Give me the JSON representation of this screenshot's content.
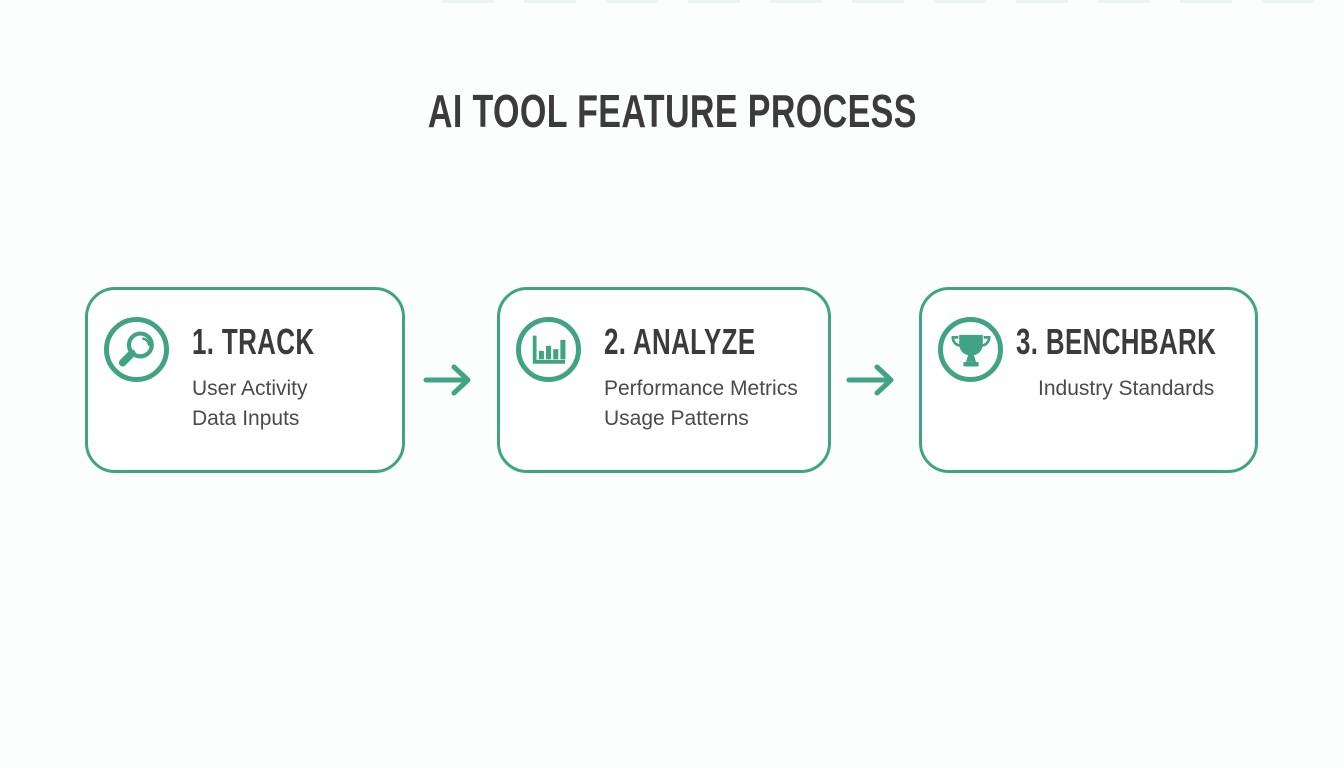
{
  "title": "AI TOOL FEATURE PROCESS",
  "colors": {
    "accent": "#40A484",
    "heading": "#3B3B3B",
    "body": "#4A4A4A",
    "background": "#FCFDFD",
    "card_bg": "#FFFFFF"
  },
  "steps": [
    {
      "heading": "1. TRACK",
      "icon": "magnifier-icon",
      "lines": [
        "User Activity",
        "Data Inputs"
      ]
    },
    {
      "heading": "2. ANALYZE",
      "icon": "bar-chart-icon",
      "lines": [
        "Performance Metrics",
        "Usage Patterns"
      ]
    },
    {
      "heading": "3. BENCHBARK",
      "icon": "trophy-icon",
      "lines": [
        "Industry Standards"
      ]
    }
  ],
  "connectors": [
    "arrow-right",
    "arrow-right"
  ]
}
